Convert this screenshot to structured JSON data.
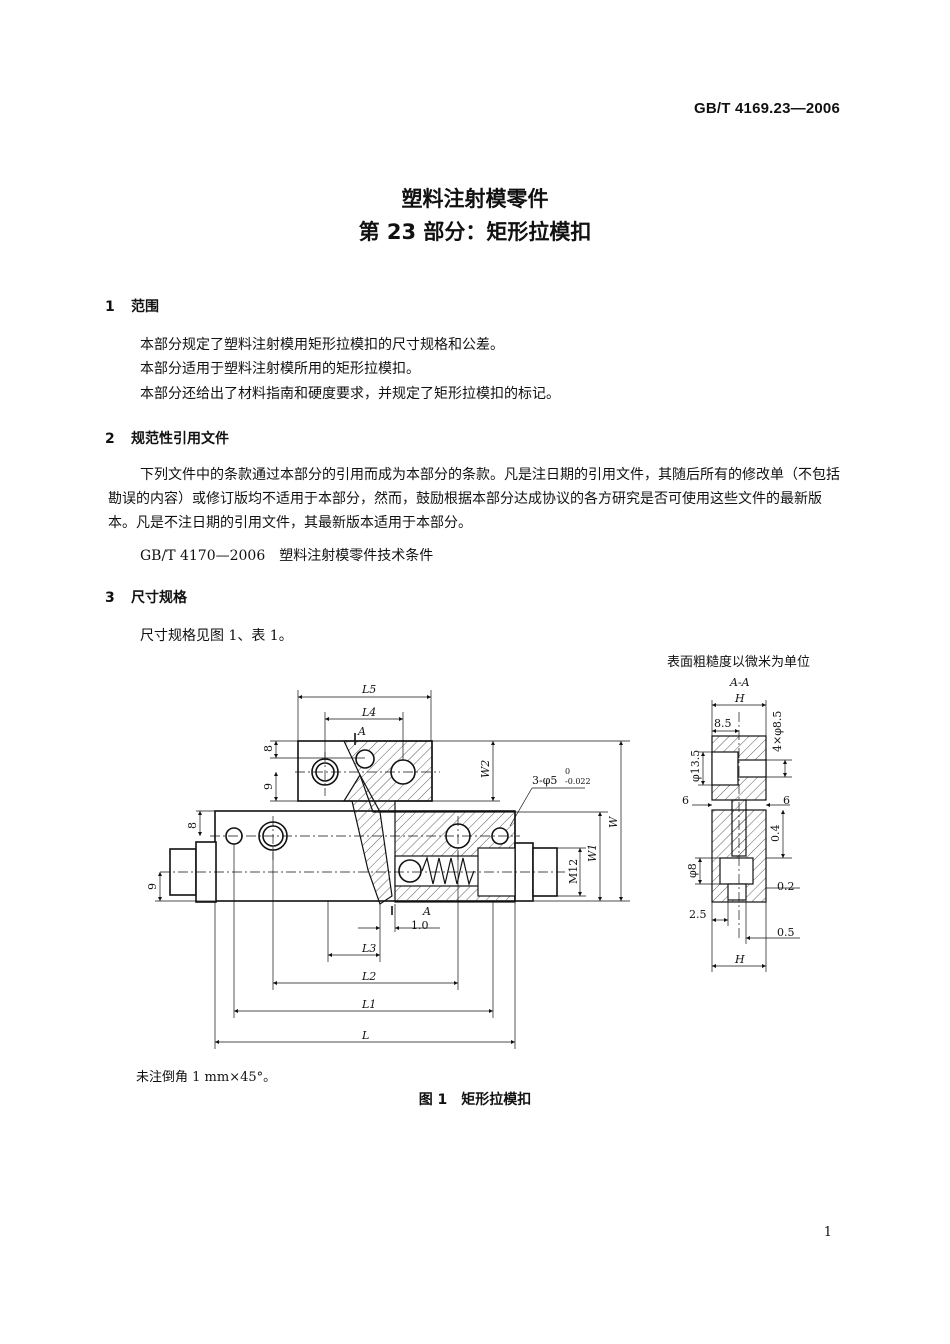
{
  "header": {
    "standard_number": "GB/T 4169.23—2006"
  },
  "title": {
    "line1": "塑料注射模零件",
    "line2": "第 23 部分：矩形拉模扣"
  },
  "sections": [
    {
      "number": "1",
      "heading": "范围",
      "paragraphs": [
        "本部分规定了塑料注射模用矩形拉模扣的尺寸规格和公差。",
        "本部分适用于塑料注射模所用的矩形拉模扣。",
        "本部分还给出了材料指南和硬度要求，并规定了矩形拉模扣的标记。"
      ]
    },
    {
      "number": "2",
      "heading": "规范性引用文件",
      "paragraphs": [
        "下列文件中的条款通过本部分的引用而成为本部分的条款。凡是注日期的引用文件，其随后所有的修改单（不包括勘误的内容）或修订版均不适用于本部分，然而，鼓励根据本部分达成协议的各方研究是否可使用这些文件的最新版本。凡是不注日期的引用文件，其最新版本适用于本部分。",
        "GB/T 4170—2006　塑料注射模零件技术条件"
      ]
    },
    {
      "number": "3",
      "heading": "尺寸规格",
      "paragraphs": [
        "尺寸规格见图 1、表 1。"
      ]
    }
  ],
  "figure": {
    "roughness_note": "表面粗糙度以微米为单位",
    "main_labels": {
      "L5": "L5",
      "L4": "L4",
      "A_top": "A",
      "A_bottom": "A",
      "d8_top": "8",
      "d9_top": "9",
      "W2": "W2",
      "W": "W",
      "W1": "W1",
      "holes": "3-φ5",
      "tol_upper": "0",
      "tol_lower": "-0.022",
      "d8_left": "8",
      "d9_left": "9",
      "M12": "M12",
      "d1_0": "1.0",
      "L3": "L3",
      "L2": "L2",
      "L1": "L1",
      "L": "L"
    },
    "section_labels": {
      "title": "A-A",
      "H_top": "H",
      "d8_5": "8.5",
      "d4x8_5": "4×φ8.5",
      "d13_5": "φ13.5",
      "d6_left": "6",
      "d6_right": "6",
      "d0_4": "0.4",
      "d8": "φ8",
      "d0_2": "0.2",
      "d2_5": "2.5",
      "d0_5": "0.5",
      "H_bottom": "H"
    },
    "chamfer_note": "未注倒角 1 mm×45°。",
    "caption": "图 1　矩形拉模扣"
  },
  "page_number": "1"
}
